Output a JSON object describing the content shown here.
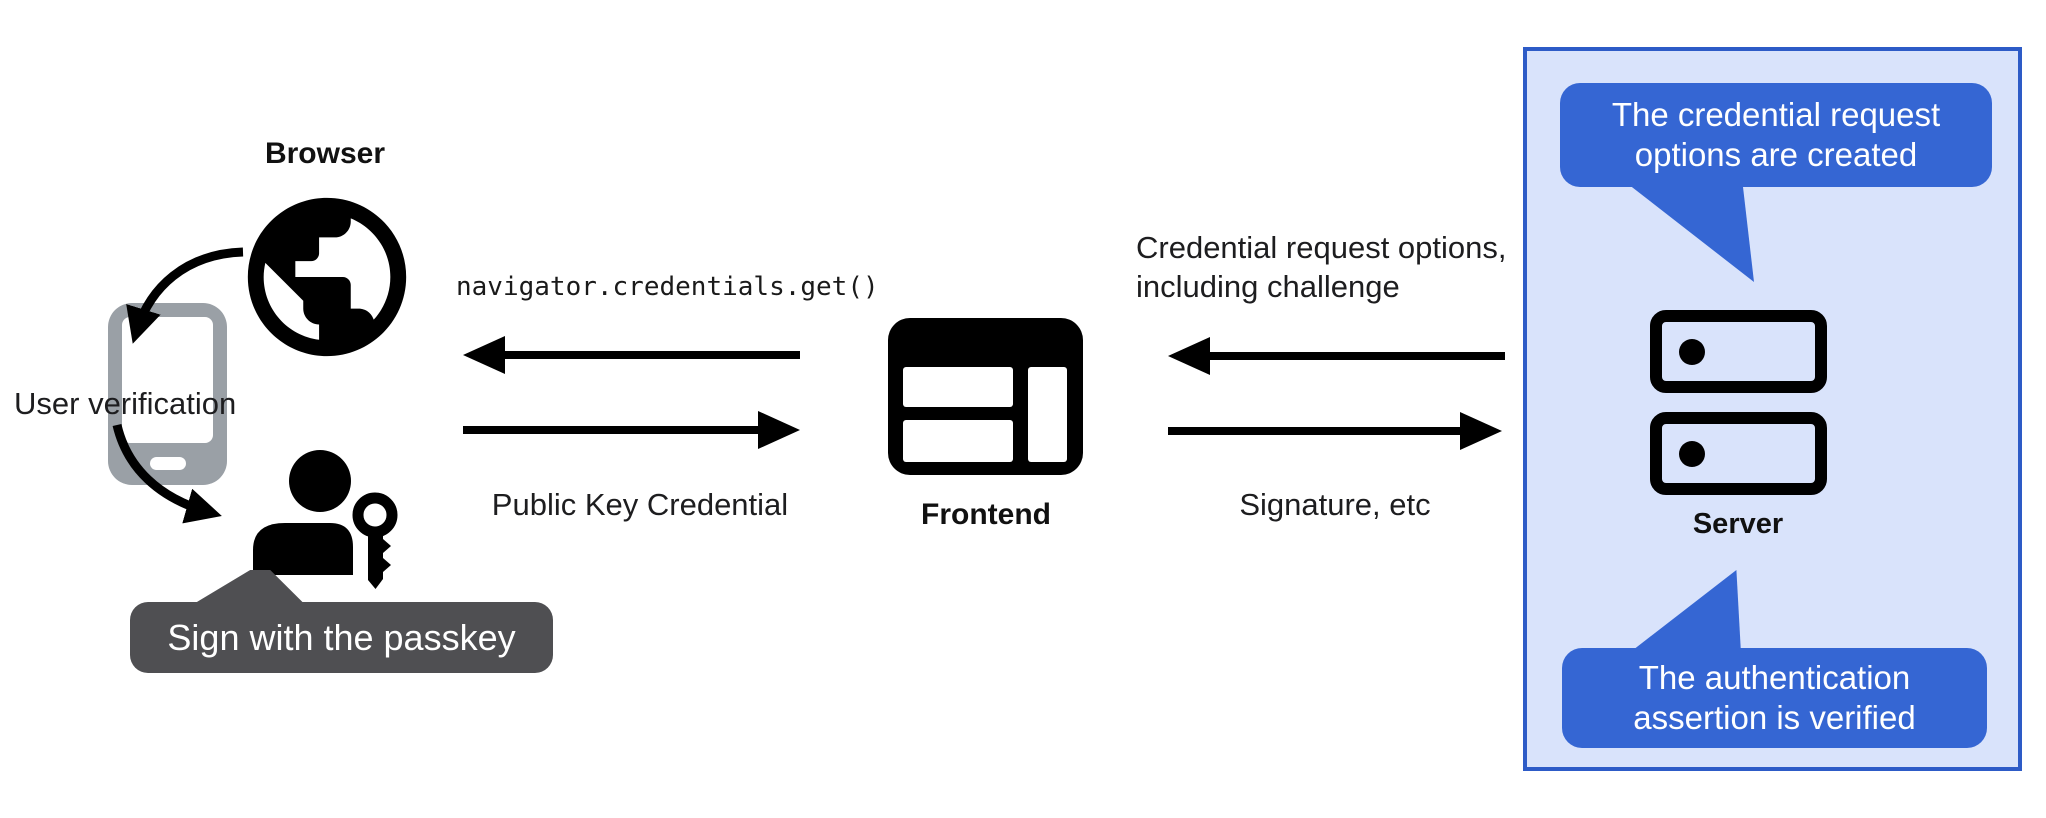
{
  "diagram": {
    "left": {
      "browser_label": "Browser",
      "user_verification_label": "User verification",
      "passkey_badge_label": "Sign with the passkey"
    },
    "middle": {
      "code_call": "navigator.credentials.get()",
      "public_key_credential_label": "Public Key Credential",
      "frontend_label": "Frontend"
    },
    "right": {
      "credential_request_line1": "Credential request options,",
      "credential_request_line2": "including challenge",
      "signature_label": "Signature, etc"
    },
    "server_panel": {
      "server_label": "Server",
      "bubble_top_line1": "The credential request",
      "bubble_top_line2": "options are created",
      "bubble_bottom_line1": "The authentication",
      "bubble_bottom_line2": "assertion is verified"
    },
    "icons": [
      "globe-browser-icon",
      "phone-icon",
      "person-passkey-icon",
      "frontend-window-icon",
      "server-stack-icon"
    ],
    "colors": {
      "bubble_blue": "#3566d3",
      "panel_background": "#d9e3fb",
      "panel_border": "#2d5bc7",
      "badge_gray": "#4f4f52",
      "phone_gray": "#9aa0a6",
      "icon_black": "#000000"
    }
  }
}
